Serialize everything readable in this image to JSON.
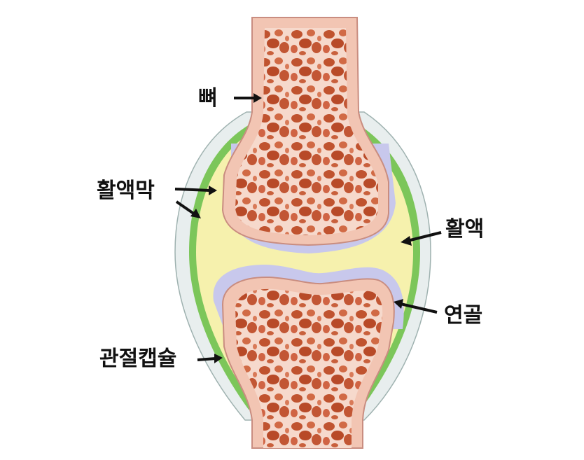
{
  "diagram": {
    "labels": {
      "bone": "뼈",
      "synovial_membrane": "활액막",
      "synovial_fluid": "활액",
      "cartilage": "연골",
      "joint_capsule": "관절캡슐"
    },
    "colors": {
      "bone_outer": "#f2c5b3",
      "bone_outline": "#c98d80",
      "bone_inner": "#f4d0c2",
      "bone_pores": "#c0532f",
      "cartilage": "#c8c8ec",
      "synovial_fluid": "#f5f0a8",
      "synovial_membrane": "#7cc65a",
      "joint_capsule": "#dfe8e8",
      "arrow": "#111111"
    }
  }
}
